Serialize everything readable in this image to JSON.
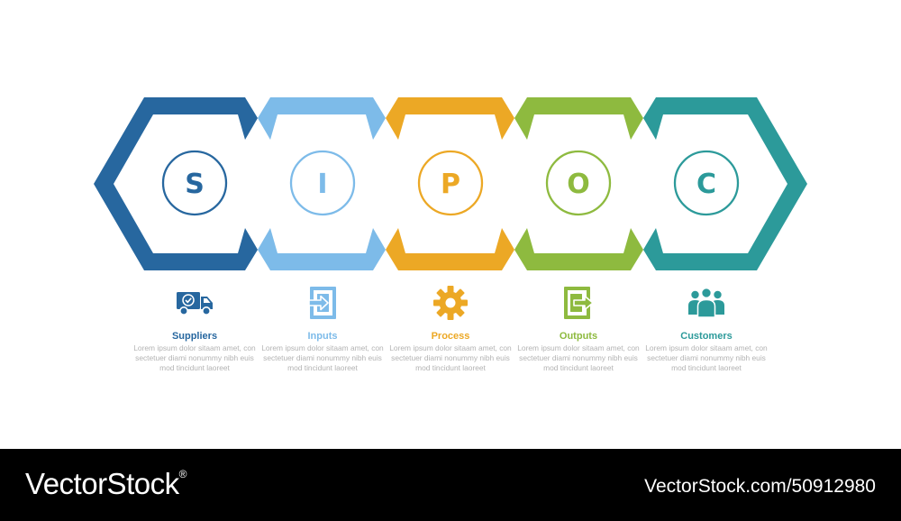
{
  "colors": {
    "s": "#27679f",
    "i": "#7dbbe9",
    "p": "#eca825",
    "o": "#8eba3f",
    "c": "#2c9a9a",
    "desc": "#b3b3b3"
  },
  "steps": [
    {
      "letter": "S",
      "title": "Suppliers",
      "icon": "delivery-truck-icon",
      "desc": "Lorem ipsum dolor sitaam amet, consectetuer diami nonummy nibh euismod tincidunt laoreet"
    },
    {
      "letter": "I",
      "title": "Inputs",
      "icon": "input-door-icon",
      "desc": "Lorem ipsum dolor sitaam amet, consectetuer diami nonummy nibh euismod tincidunt laoreet"
    },
    {
      "letter": "P",
      "title": "Process",
      "icon": "gear-icon",
      "desc": "Lorem ipsum dolor sitaam amet, consectetuer diami nonummy nibh euismod tincidunt laoreet"
    },
    {
      "letter": "O",
      "title": "Outputs",
      "icon": "output-door-icon",
      "desc": "Lorem ipsum dolor sitaam amet, consectetuer diami nonummy nibh euismod tincidunt laoreet"
    },
    {
      "letter": "C",
      "title": "Customers",
      "icon": "people-group-icon",
      "desc": "Lorem ipsum dolor sitaam amet, consectetuer diami nonummy nibh euismod tincidunt laoreet"
    }
  ],
  "footer": {
    "brand": "VectorStock",
    "brand_mark": "®",
    "credit": "VectorStock.com/50912980"
  }
}
